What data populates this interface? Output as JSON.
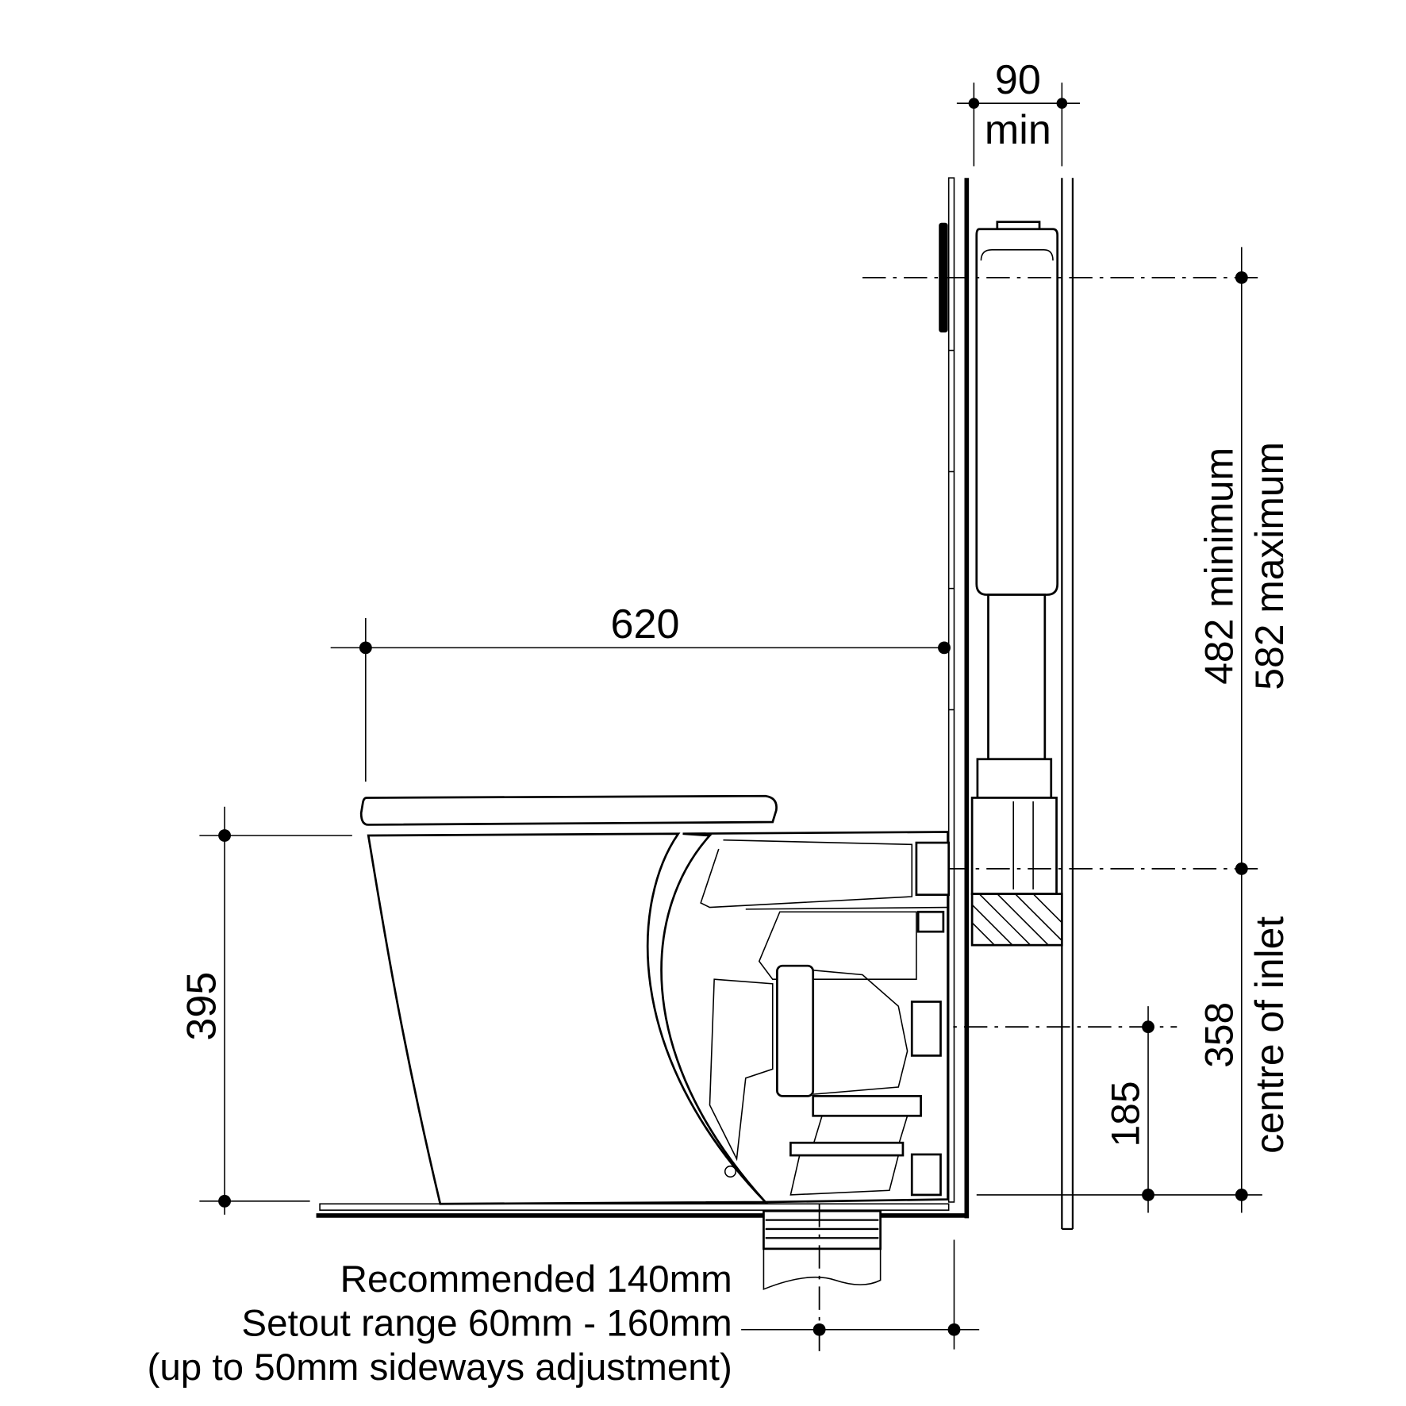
{
  "diagram": {
    "colors": {
      "line": "#000000",
      "background": "#ffffff"
    },
    "dimensions": {
      "wall_cavity": "90",
      "wall_cavity_note": "min",
      "pan_depth": "620",
      "pan_height": "395",
      "button_min": "482 minimum",
      "button_max": "582 maximum",
      "inlet_height": "358",
      "inlet_label": "centre of inlet",
      "outlet_height": "185"
    },
    "setout_notes": [
      "Recommended 140mm",
      "Setout range 60mm - 160mm",
      "(up to 50mm sideways adjustment)"
    ]
  }
}
